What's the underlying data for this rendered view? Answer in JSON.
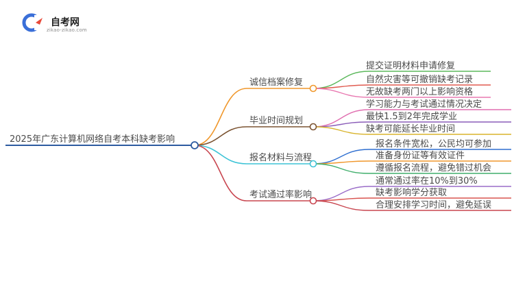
{
  "logo": {
    "title": "自考网",
    "url": "zikao-zikao.com",
    "colors": {
      "primary": "#3a6fd8",
      "accent": "#e84a3a"
    }
  },
  "mindmap": {
    "root": {
      "label": "2025年广东计算机网络自考本科缺考影响",
      "color": "#2c5aa0"
    },
    "branches": [
      {
        "label": "诚信档案修复",
        "color": "#f0972b",
        "leaves": [
          {
            "label": "提交证明材料申请修复",
            "color": "#5cb85c"
          },
          {
            "label": "自然灾害等可撤销缺考记录",
            "color": "#e05a4f"
          },
          {
            "label": "无故缺考两门以上影响资格",
            "color": "#e878b0"
          }
        ]
      },
      {
        "label": "毕业时间规划",
        "color": "#7a5230",
        "leaves": [
          {
            "label": "学习能力与考试通过情况决定",
            "color": "#e06fb0"
          },
          {
            "label": "最快1.5到2年完成学业",
            "color": "#8a5cb8"
          },
          {
            "label": "缺考可能延长毕业时间",
            "color": "#d8b32a"
          }
        ]
      },
      {
        "label": "报名材料与流程",
        "color": "#3cc3d6",
        "leaves": [
          {
            "label": "报名条件宽松，公民均可参加",
            "color": "#2f6fd0"
          },
          {
            "label": "准备身份证等有效证件",
            "color": "#f0972b"
          },
          {
            "label": "遵循报名流程，避免错过机会",
            "color": "#3fae6b"
          }
        ]
      },
      {
        "label": "考试通过率影响",
        "color": "#c8454f",
        "leaves": [
          {
            "label": "通常通过率在10%到30%",
            "color": "#9a6cc8"
          },
          {
            "label": "缺考影响学分获取",
            "color": "#d9534f"
          },
          {
            "label": "合理安排学习时间，避免延误",
            "color": "#c8454f"
          }
        ]
      }
    ]
  }
}
